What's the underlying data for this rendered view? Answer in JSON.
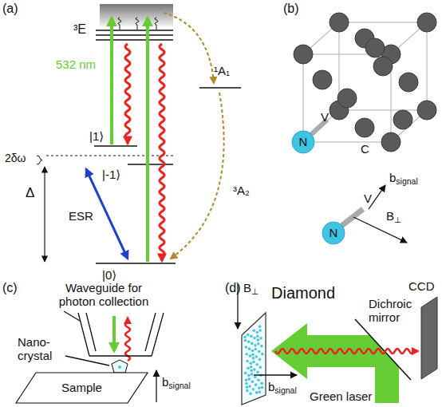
{
  "diagram": {
    "nodes": [
      {
        "text": [
          "N"
        ]
      },
      {
        "text": [
          "N"
        ]
      },
      {
        "text": [
          "Sample"
        ]
      }
    ],
    "labels": [
      "(a)",
      "³E",
      "532 nm",
      "¹A₁",
      "|1⟩",
      "2δω",
      "|-1⟩",
      "Δ",
      "ESR",
      "³A₂",
      "|0⟩",
      "(b)",
      "V",
      "C",
      "bsignal",
      "V",
      "B⊥",
      "(c)",
      "Waveguide for photon collection",
      "Nano-crystal",
      "bsignal",
      "(d)",
      "B⊥",
      "Diamond",
      "CCD",
      "Dichroic mirror",
      "bsignal",
      "Green laser"
    ]
  }
}
